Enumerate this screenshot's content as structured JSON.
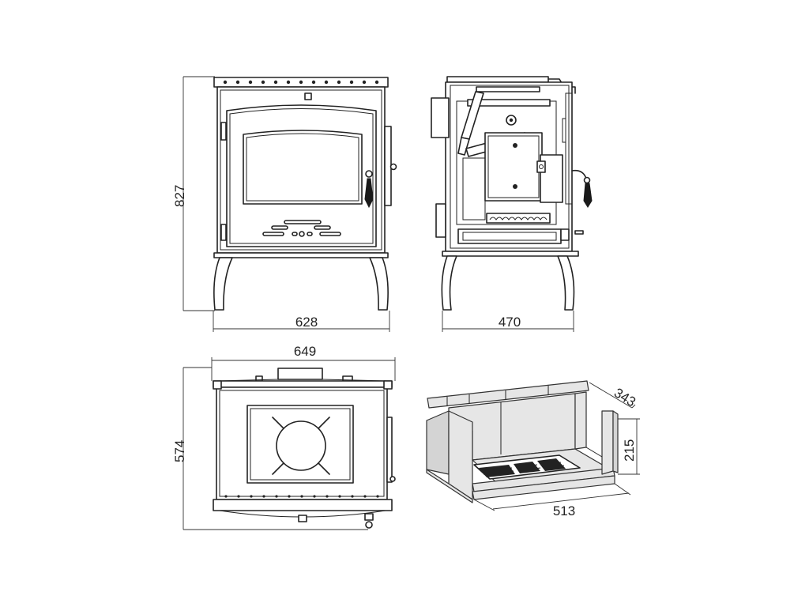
{
  "dimensions": {
    "front_height": "827",
    "front_width": "628",
    "side_depth": "470",
    "top_width": "649",
    "top_depth": "574",
    "insert_depth": "343",
    "insert_height": "215",
    "insert_width": "513"
  }
}
